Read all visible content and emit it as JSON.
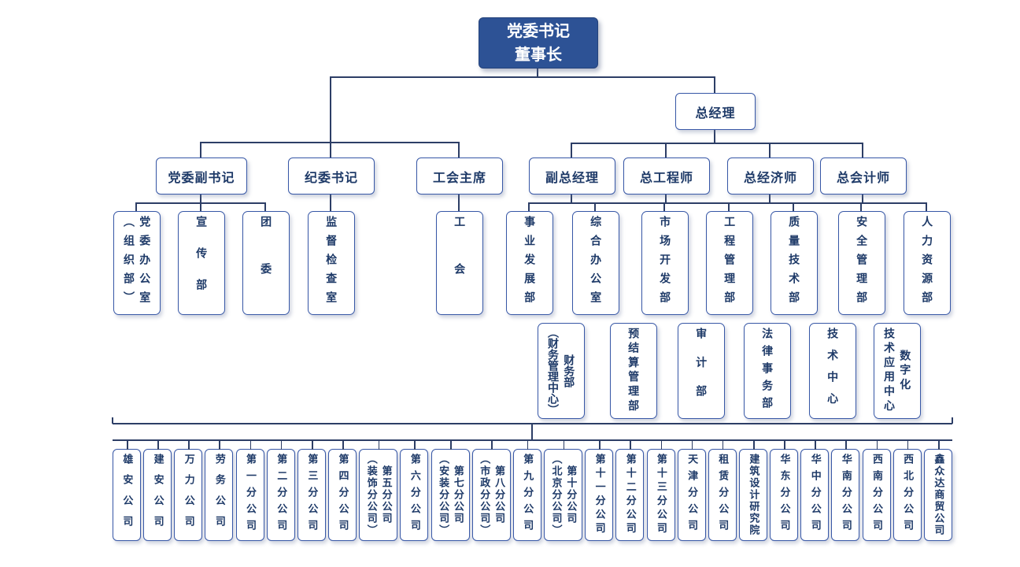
{
  "colors": {
    "box_border": "#3757a6",
    "text_navy": "#1e3a68",
    "root_fill": "#2d5295",
    "root_text": "#ffffff",
    "connector": "#2d3e66"
  },
  "root": {
    "label": "党委书记\n董事长"
  },
  "gm": {
    "label": "总经理"
  },
  "level2": [
    {
      "label": "党委副书记"
    },
    {
      "label": "纪委书记"
    },
    {
      "label": "工会主席"
    },
    {
      "label": "副总经理"
    },
    {
      "label": "总工程师"
    },
    {
      "label": "总经济师"
    },
    {
      "label": "总会计师"
    }
  ],
  "departments_row1": [
    {
      "label": "党委办公室\n（组织部）"
    },
    {
      "label": "宣传部"
    },
    {
      "label": "团委"
    },
    {
      "label": "监督检查室"
    },
    {
      "label": "工会"
    },
    {
      "label": "事业发展部"
    },
    {
      "label": "综合办公室"
    },
    {
      "label": "市场开发部"
    },
    {
      "label": "工程管理部"
    },
    {
      "label": "质量技术部"
    },
    {
      "label": "安全管理部"
    },
    {
      "label": "人力资源部"
    }
  ],
  "departments_row2": [
    {
      "label": "财务部\n（财务管理中心）"
    },
    {
      "label": "预结算管理部"
    },
    {
      "label": "审计部"
    },
    {
      "label": "法律事务部"
    },
    {
      "label": "技术中心"
    },
    {
      "label": "数字化\n技术应用中心"
    }
  ],
  "companies": [
    {
      "label": "雄安公司"
    },
    {
      "label": "建安公司"
    },
    {
      "label": "万力公司"
    },
    {
      "label": "劳务公司"
    },
    {
      "label": "第一分公司"
    },
    {
      "label": "第二分公司"
    },
    {
      "label": "第三分公司"
    },
    {
      "label": "第四分公司"
    },
    {
      "label": "第五分公司\n（装饰分公司）"
    },
    {
      "label": "第六分公司"
    },
    {
      "label": "第七分公司\n（安装分公司）"
    },
    {
      "label": "第八分公司\n（市政分公司）"
    },
    {
      "label": "第九分公司"
    },
    {
      "label": "第十分公司\n（北京分公司）"
    },
    {
      "label": "第十一分公司"
    },
    {
      "label": "第十二分公司"
    },
    {
      "label": "第十三分公司"
    },
    {
      "label": "天津分公司"
    },
    {
      "label": "租赁分公司"
    },
    {
      "label": "建筑设计研究院"
    },
    {
      "label": "华东分公司"
    },
    {
      "label": "华中分公司"
    },
    {
      "label": "华南分公司"
    },
    {
      "label": "西南分公司"
    },
    {
      "label": "西北分公司"
    },
    {
      "label": "鑫众达商贸公司"
    }
  ]
}
